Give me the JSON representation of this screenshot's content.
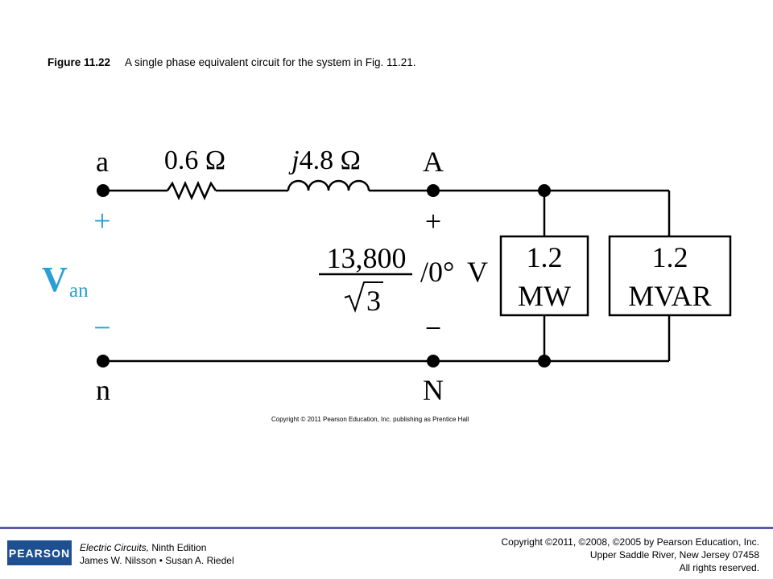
{
  "caption": {
    "figure_number": "Figure 11.22",
    "text": "A single phase equivalent circuit for the system in Fig. 11.21."
  },
  "circuit": {
    "node_a": "a",
    "node_n": "n",
    "node_A": "A",
    "node_N": "N",
    "resistor_label": "0.6 Ω",
    "inductor_label_j": "j",
    "inductor_label_rest": "4.8 Ω",
    "plus_sign": "+",
    "minus_sign": "−",
    "source_symbol": "V",
    "source_subscript": "an",
    "voltage_numerator": "13,800",
    "voltage_denominator": "3",
    "voltage_angle": "/0°",
    "voltage_unit": "V",
    "load1_line1": "1.2",
    "load1_line2": "MW",
    "load2_line1": "1.2",
    "load2_line2": "MVAR",
    "source_color": "#2a9fd6"
  },
  "diagram_copyright": "Copyright © 2011 Pearson Education, Inc. publishing as Prentice Hall",
  "footer": {
    "logo": "PEARSON",
    "book_title": "Electric Circuits,",
    "book_edition": " Ninth Edition",
    "authors": "James W. Nilsson • Susan A. Riedel",
    "copyright_line1": "Copyright ©2011, ©2008, ©2005 by Pearson Education, Inc.",
    "copyright_line2": "Upper Saddle River, New Jersey 07458",
    "copyright_line3": "All rights reserved."
  }
}
